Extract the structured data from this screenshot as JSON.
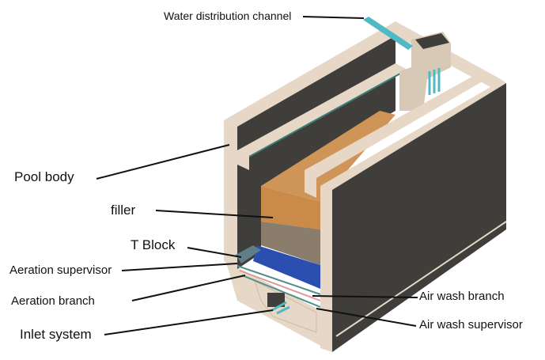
{
  "labels": {
    "water_distribution_channel": "Water distribution channel",
    "pool_body": "Pool body",
    "filler": "filler",
    "t_block": "T Block",
    "aeration_supervisor": "Aeration supervisor",
    "aeration_branch": "Aeration branch",
    "inlet_system": "Inlet system",
    "air_wash_branch": "Air wash branch",
    "air_wash_supervisor": "Air wash supervisor"
  },
  "colors": {
    "concrete": "#e6d7c6",
    "wall_dark": "#3f3e3b",
    "filler": "#c98a4a",
    "gravel": "#8a7d6c",
    "media_blue": "#2a4fb0",
    "pipe_teal": "#4fb9c4"
  }
}
